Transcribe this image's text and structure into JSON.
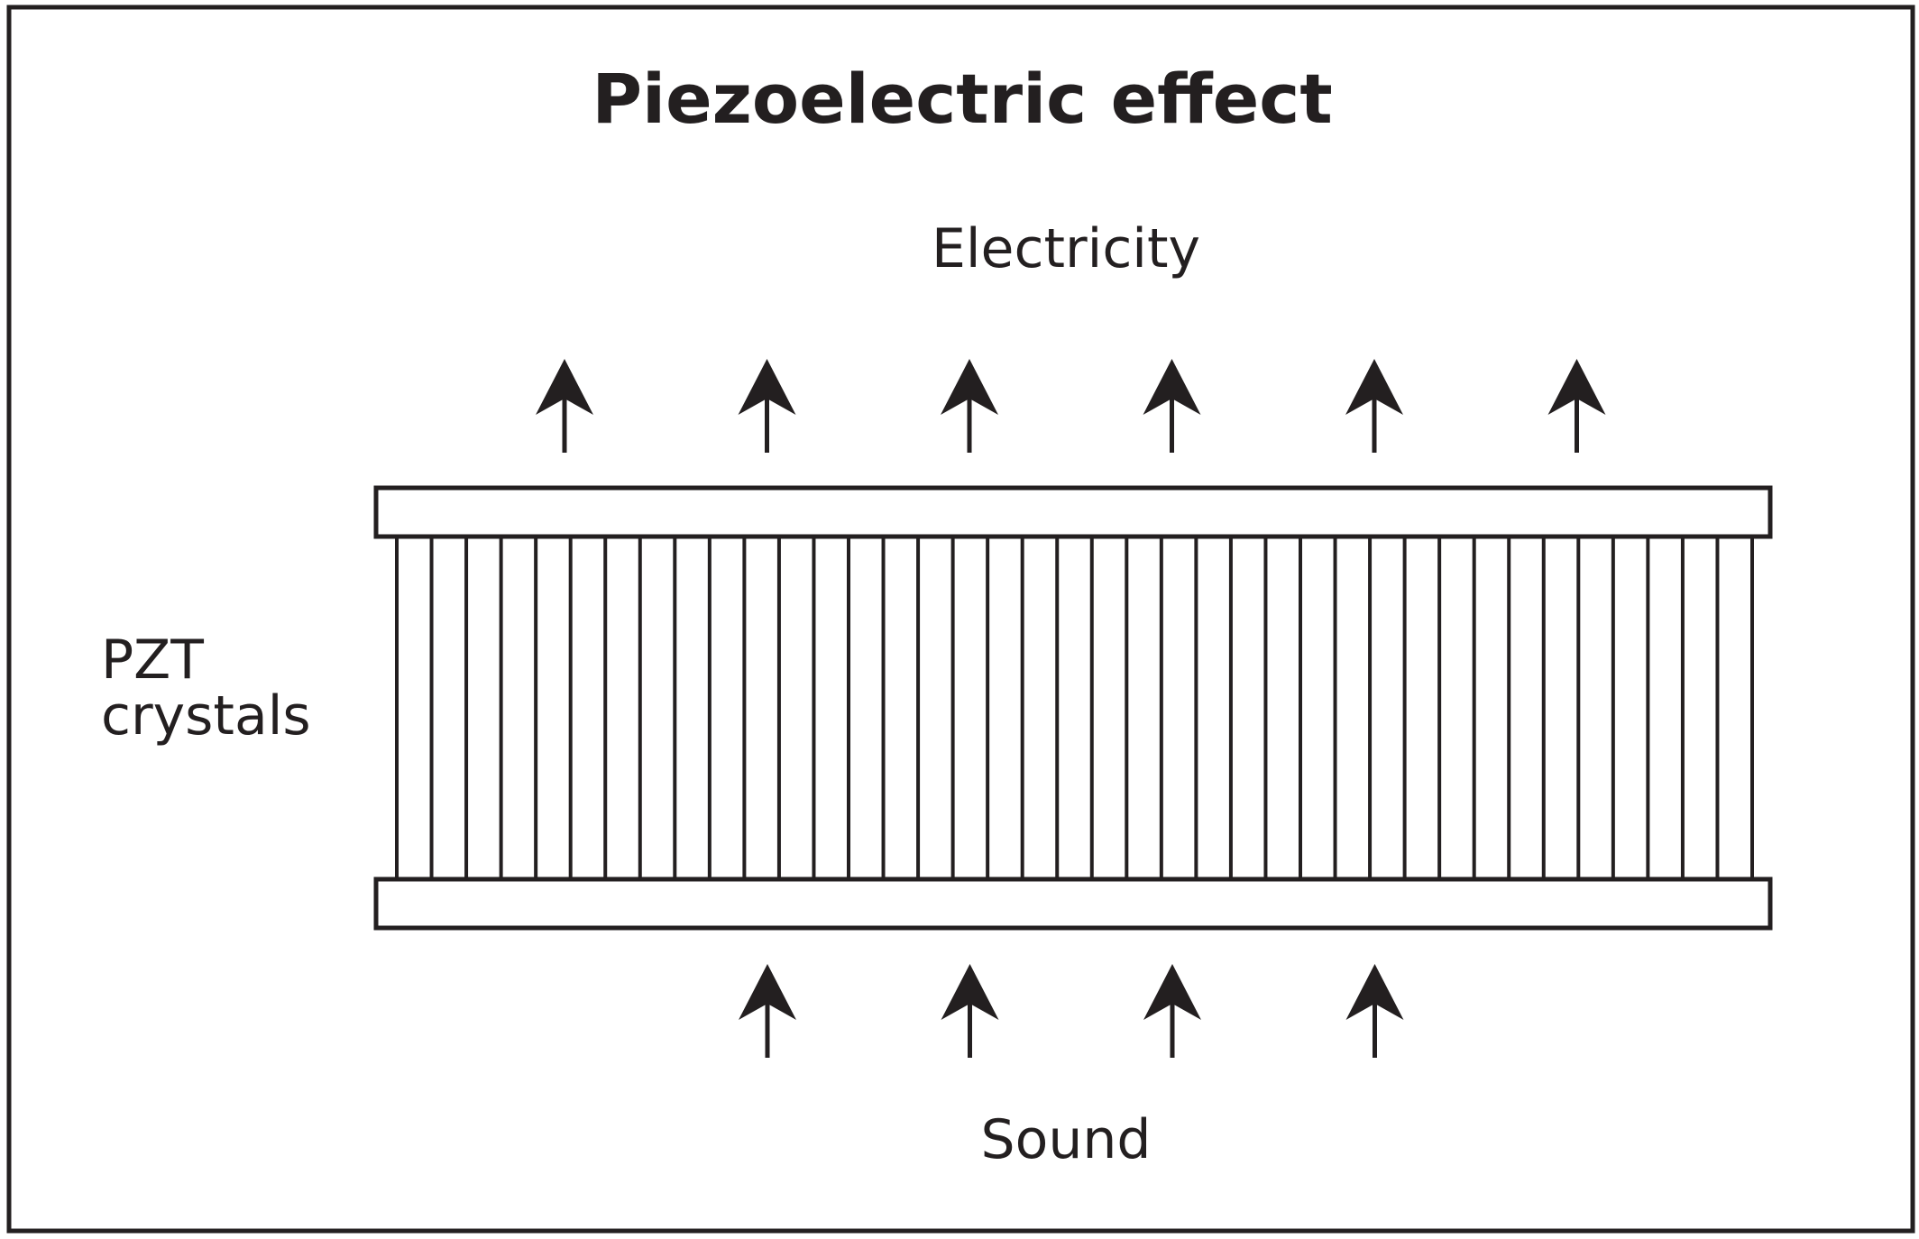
{
  "title": "Piezoelectric effect",
  "labels": {
    "top": "Electricity",
    "bottom": "Sound",
    "side_line1": "PZT",
    "side_line2": "crystals"
  },
  "counts": {
    "crystal_lines": 40,
    "top_arrows": 6,
    "bottom_arrows": 4
  },
  "colors": {
    "ink": "#231f20",
    "background": "#ffffff"
  }
}
